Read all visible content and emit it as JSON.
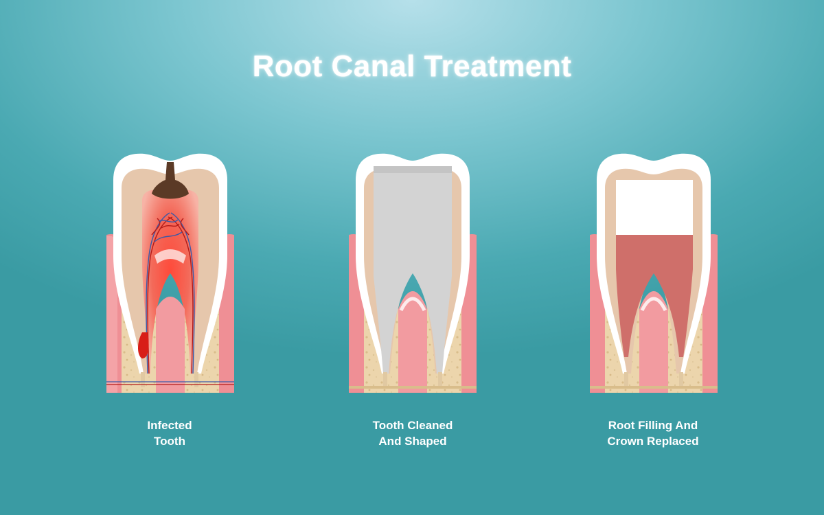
{
  "title": "Root Canal Treatment",
  "stages": [
    {
      "line1": "Infected",
      "line2": "Tooth"
    },
    {
      "line1": "Tooth Cleaned",
      "line2": "And Shaped"
    },
    {
      "line1": "Root Filling And",
      "line2": "Crown Replaced"
    }
  ]
}
